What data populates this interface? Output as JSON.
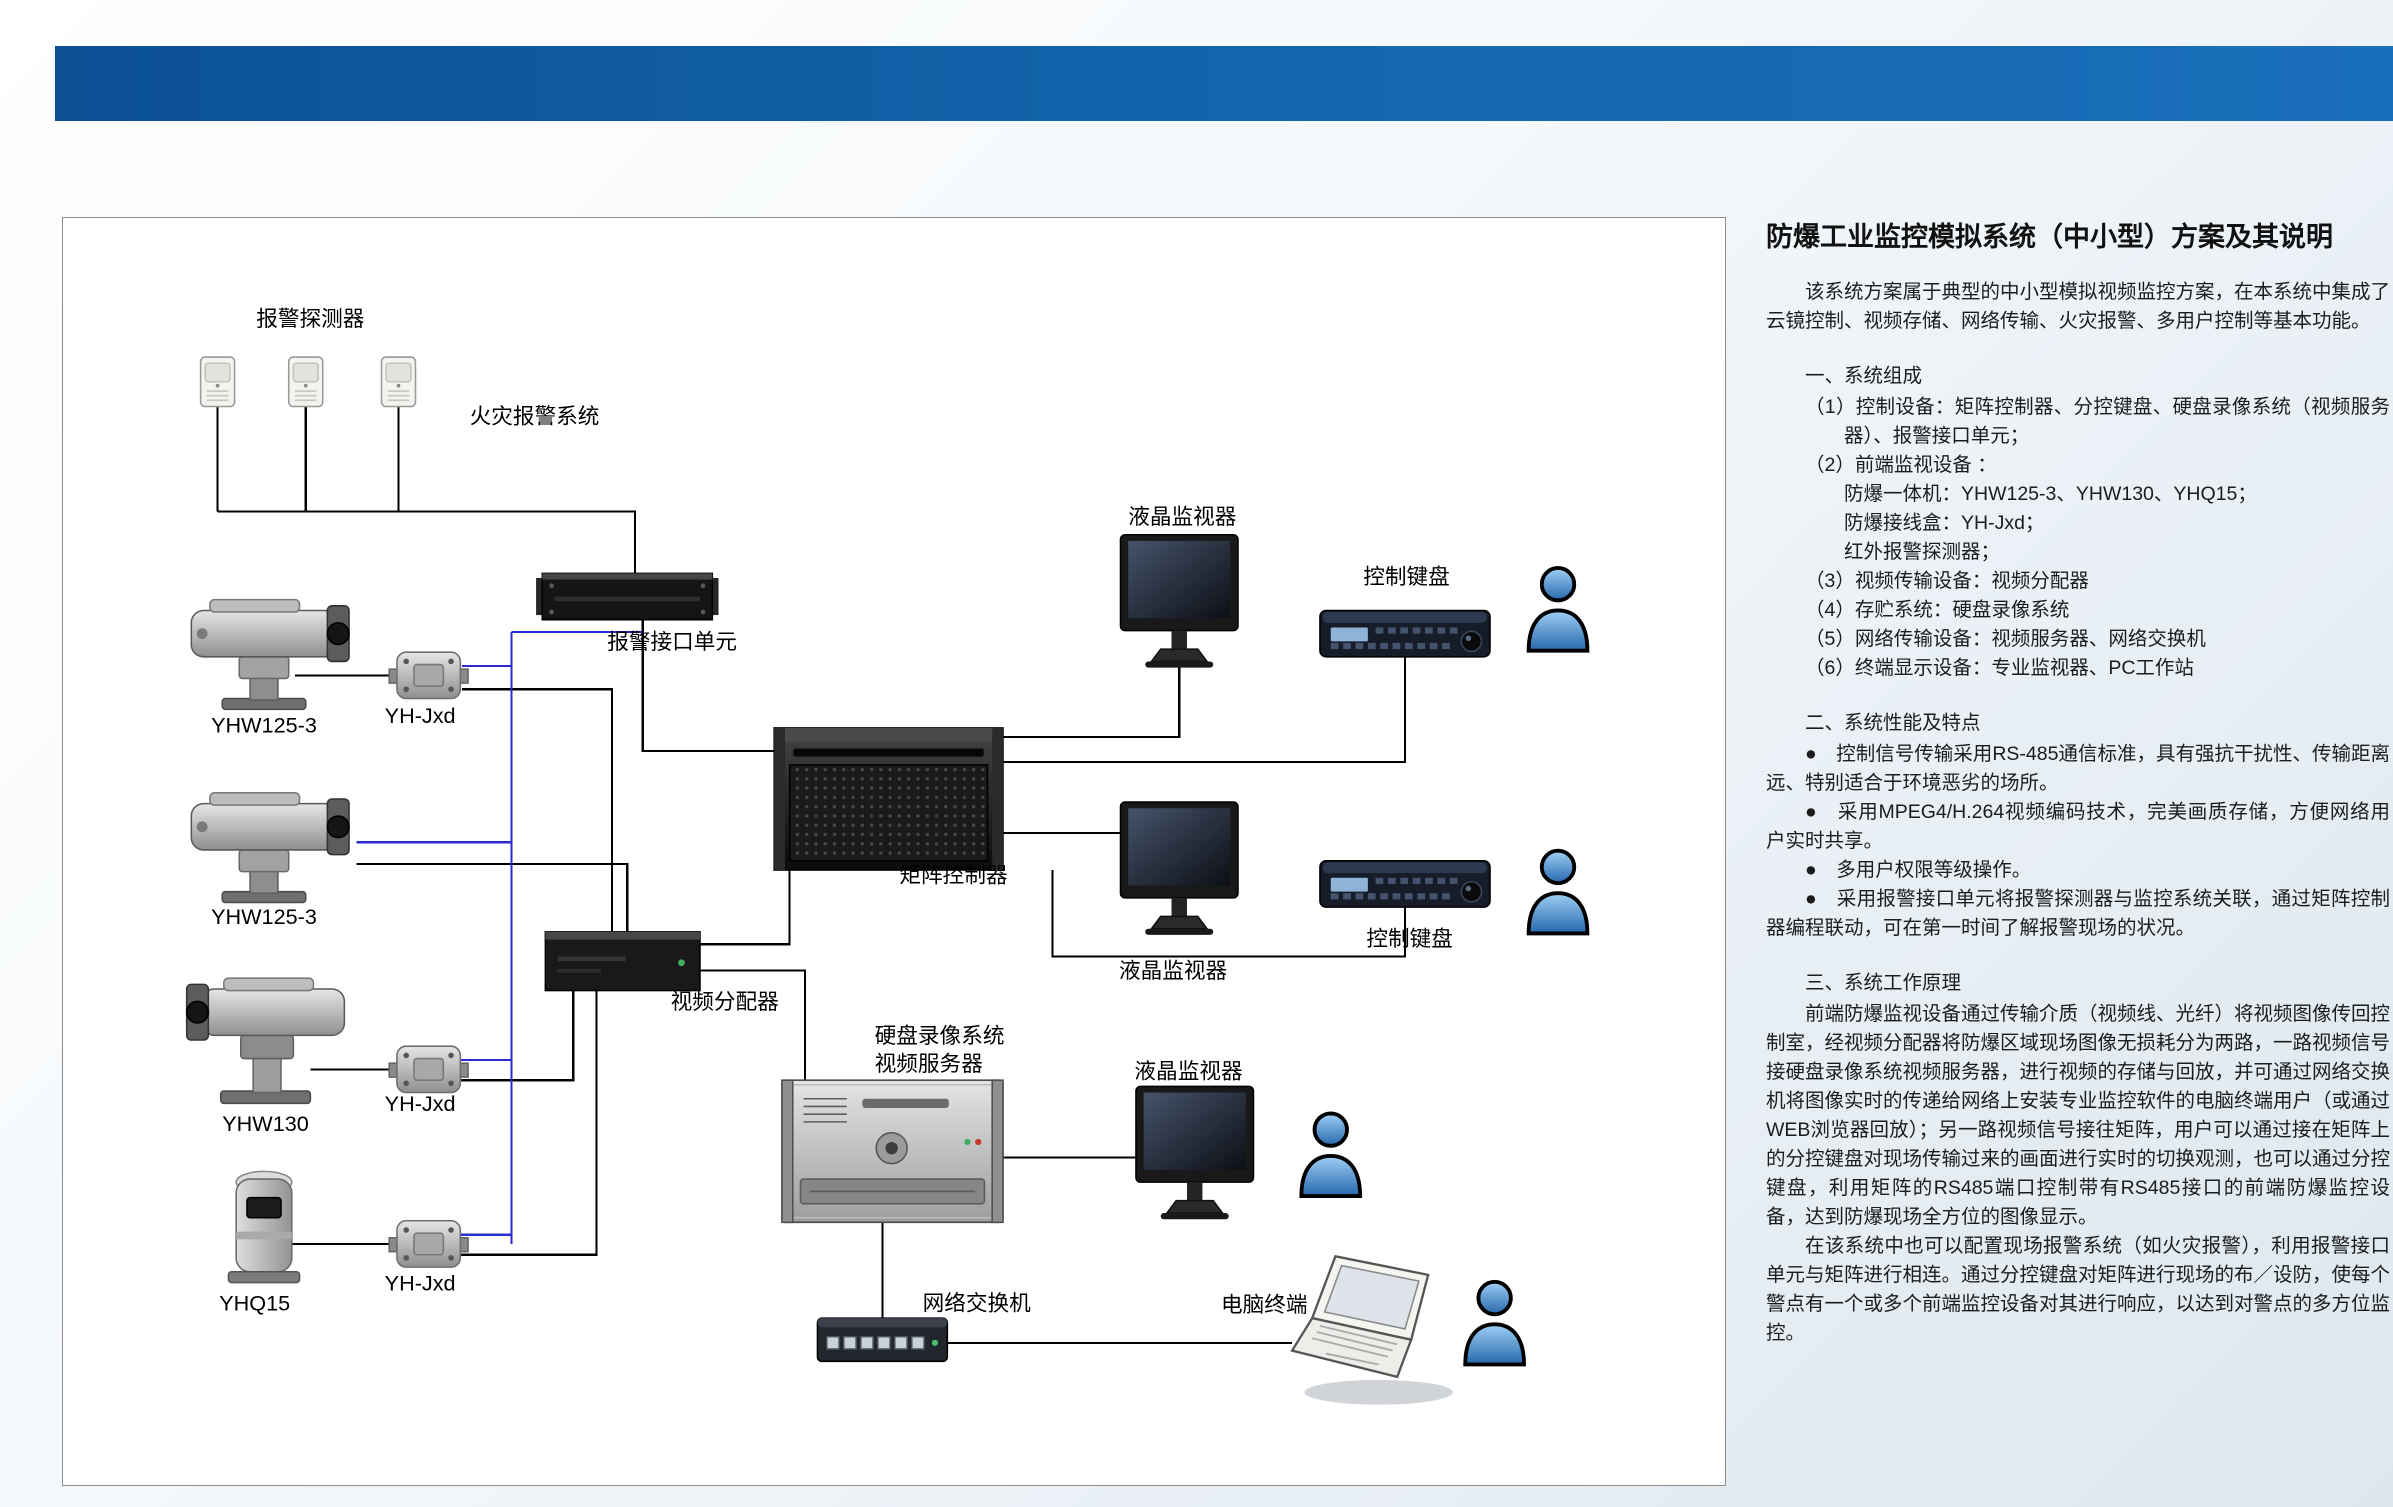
{
  "banner": {
    "color_left": "#0c5094",
    "color_right": "#1a6fba"
  },
  "colors": {
    "rs485_line": "#2b2bd0",
    "person_blue": "#2f6db5",
    "panel_border": "#8c8c8c",
    "wire_black": "#000000"
  },
  "diagram": {
    "labels": {
      "alarm_detector": "报警探测器",
      "fire_alarm_system": "火灾报警系统",
      "alarm_interface_unit": "报警接口单元",
      "camera1": "YHW125-3",
      "camera2": "YHW125-3",
      "camera3": "YHW130",
      "camera4": "YHQ15",
      "jbox1": "YH-Jxd",
      "jbox2": "YH-Jxd",
      "jbox3": "YH-Jxd",
      "matrix": "矩阵控制器",
      "distributor": "视频分配器",
      "dvr_line1": "硬盘录像系统",
      "dvr_line2": "视频服务器",
      "switch": "网络交换机",
      "monitor1": "液晶监视器",
      "monitor2": "液晶监视器",
      "monitor3": "液晶监视器",
      "keyboard1": "控制键盘",
      "keyboard2": "控制键盘",
      "pc_terminal": "电脑终端"
    }
  },
  "article": {
    "title": "防爆工业监控模拟系统（中小型）方案及其说明",
    "intro": "该系统方案属于典型的中小型模拟视频监控方案，在本系统中集成了云镜控制、视频存储、网络传输、火灾报警、多用户控制等基本功能。",
    "s1": {
      "heading": "一、系统组成",
      "items": [
        "（1）控制设备：矩阵控制器、分控键盘、硬盘录像系统（视频服务器）、报警接口单元；",
        "（2）前端监视设备 ：",
        "防爆一体机：YHW125-3、YHW130、YHQ15；",
        "防爆接线盒：YH-Jxd；",
        "红外报警探测器；",
        "（3）视频传输设备：视频分配器",
        "（4）存贮系统：硬盘录像系统",
        "（5）网络传输设备：视频服务器、网络交换机",
        "（6）终端显示设备：专业监视器、PC工作站"
      ]
    },
    "s2": {
      "heading": "二、系统性能及特点",
      "bullets": [
        "●　控制信号传输采用RS-485通信标准，具有强抗干扰性、传输距离远、特别适合于环境恶劣的场所。",
        "●　采用MPEG4/H.264视频编码技术，完美画质存储，方便网络用户实时共享。",
        "●　多用户权限等级操作。",
        "●　采用报警接口单元将报警探测器与监控系统关联，通过矩阵控制器编程联动，可在第一时间了解报警现场的状况。"
      ]
    },
    "s3": {
      "heading": "三、系统工作原理",
      "para1": "前端防爆监视设备通过传输介质（视频线、光纤）将视频图像传回控制室，经视频分配器将防爆区域现场图像无损耗分为两路，一路视频信号接硬盘录像系统视频服务器，进行视频的存储与回放，并可通过网络交换机将图像实时的传递给网络上安装专业监控软件的电脑终端用户（或通过WEB浏览器回放）；另一路视频信号接往矩阵，用户可以通过接在矩阵上的分控键盘对现场传输过来的画面进行实时的切换观测，也可以通过分控键盘，利用矩阵的RS485端口控制带有RS485接口的前端防爆监控设备，达到防爆现场全方位的图像显示。",
      "para2": "在该系统中也可以配置现场报警系统（如火灾报警），利用报警接口单元与矩阵进行相连。通过分控键盘对矩阵进行现场的布／设防，使每个警点有一个或多个前端监控设备对其进行响应，以达到对警点的多方位监控。"
    }
  }
}
